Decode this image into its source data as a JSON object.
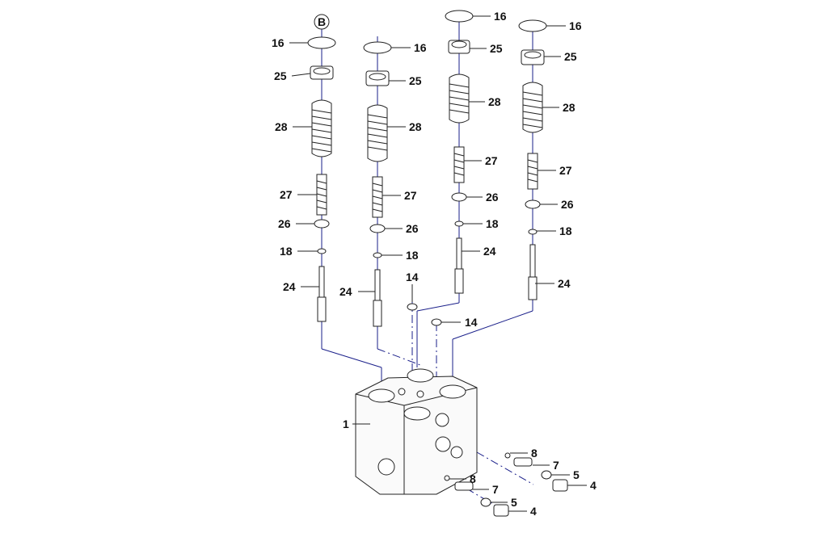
{
  "diagram": {
    "callout": "B",
    "labels": {
      "p16": "16",
      "p25": "25",
      "p28": "28",
      "p27": "27",
      "p26": "26",
      "p18": "18",
      "p24": "24",
      "p14": "14",
      "p1": "1",
      "p8": "8",
      "p7": "7",
      "p5": "5",
      "p4": "4"
    }
  }
}
